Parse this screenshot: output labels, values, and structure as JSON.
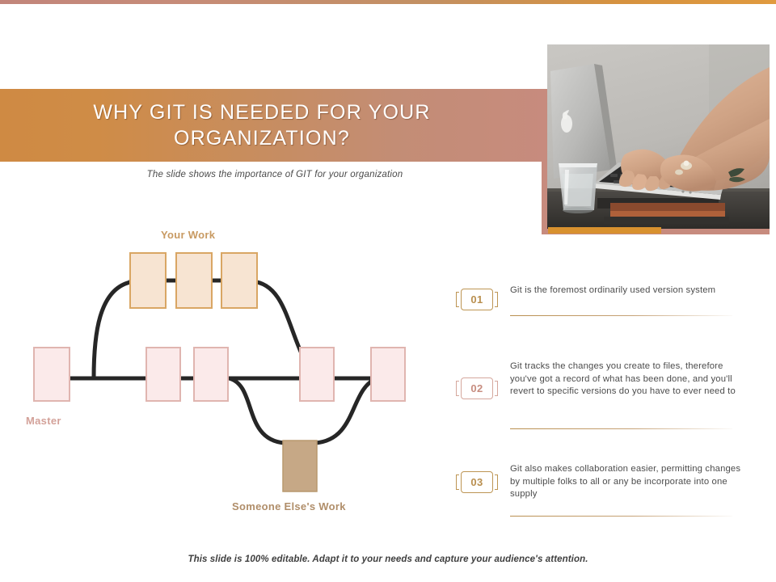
{
  "slide": {
    "title": "WHY GIT IS NEEDED FOR YOUR ORGANIZATION?",
    "subtitle": "The slide shows the importance of GIT for your organization",
    "footer": "This slide is 100% editable. Adapt it to your needs and capture your audience's attention."
  },
  "colors": {
    "banner_left": "#cf8a43",
    "banner_right": "#c78b7e",
    "gold": "#bd9553",
    "rose": "#d5a79d",
    "your_work_box_fill": "#f7e4d2",
    "your_work_box_border": "#d9a664",
    "master_box_fill": "#fbeaea",
    "master_box_border": "#e0b5b0",
    "someone_box_fill": "#c6a886",
    "line": "#262626"
  },
  "diagram": {
    "labels": {
      "your_work": "Your Work",
      "master": "Master",
      "someone_else": "Someone Else's Work"
    },
    "branches": [
      {
        "name": "Your Work",
        "commits": 3
      },
      {
        "name": "Master",
        "commits": 5
      },
      {
        "name": "Someone Else's Work",
        "commits": 1
      }
    ]
  },
  "header_image": {
    "alt": "Person typing on a silver laptop at a desk with a glass of water and stacked books"
  },
  "info_items": [
    {
      "number": "01",
      "accent": "gold",
      "text": "Git is the foremost ordinarily used version system"
    },
    {
      "number": "02",
      "accent": "rose",
      "text": "Git tracks the changes you create to files, therefore you've got a record of what has been done, and you'll revert to specific versions do you have to ever need to"
    },
    {
      "number": "03",
      "accent": "gold",
      "text": "Git also makes collaboration easier, permitting changes by multiple folks to all or any be incorporate into one supply"
    }
  ]
}
